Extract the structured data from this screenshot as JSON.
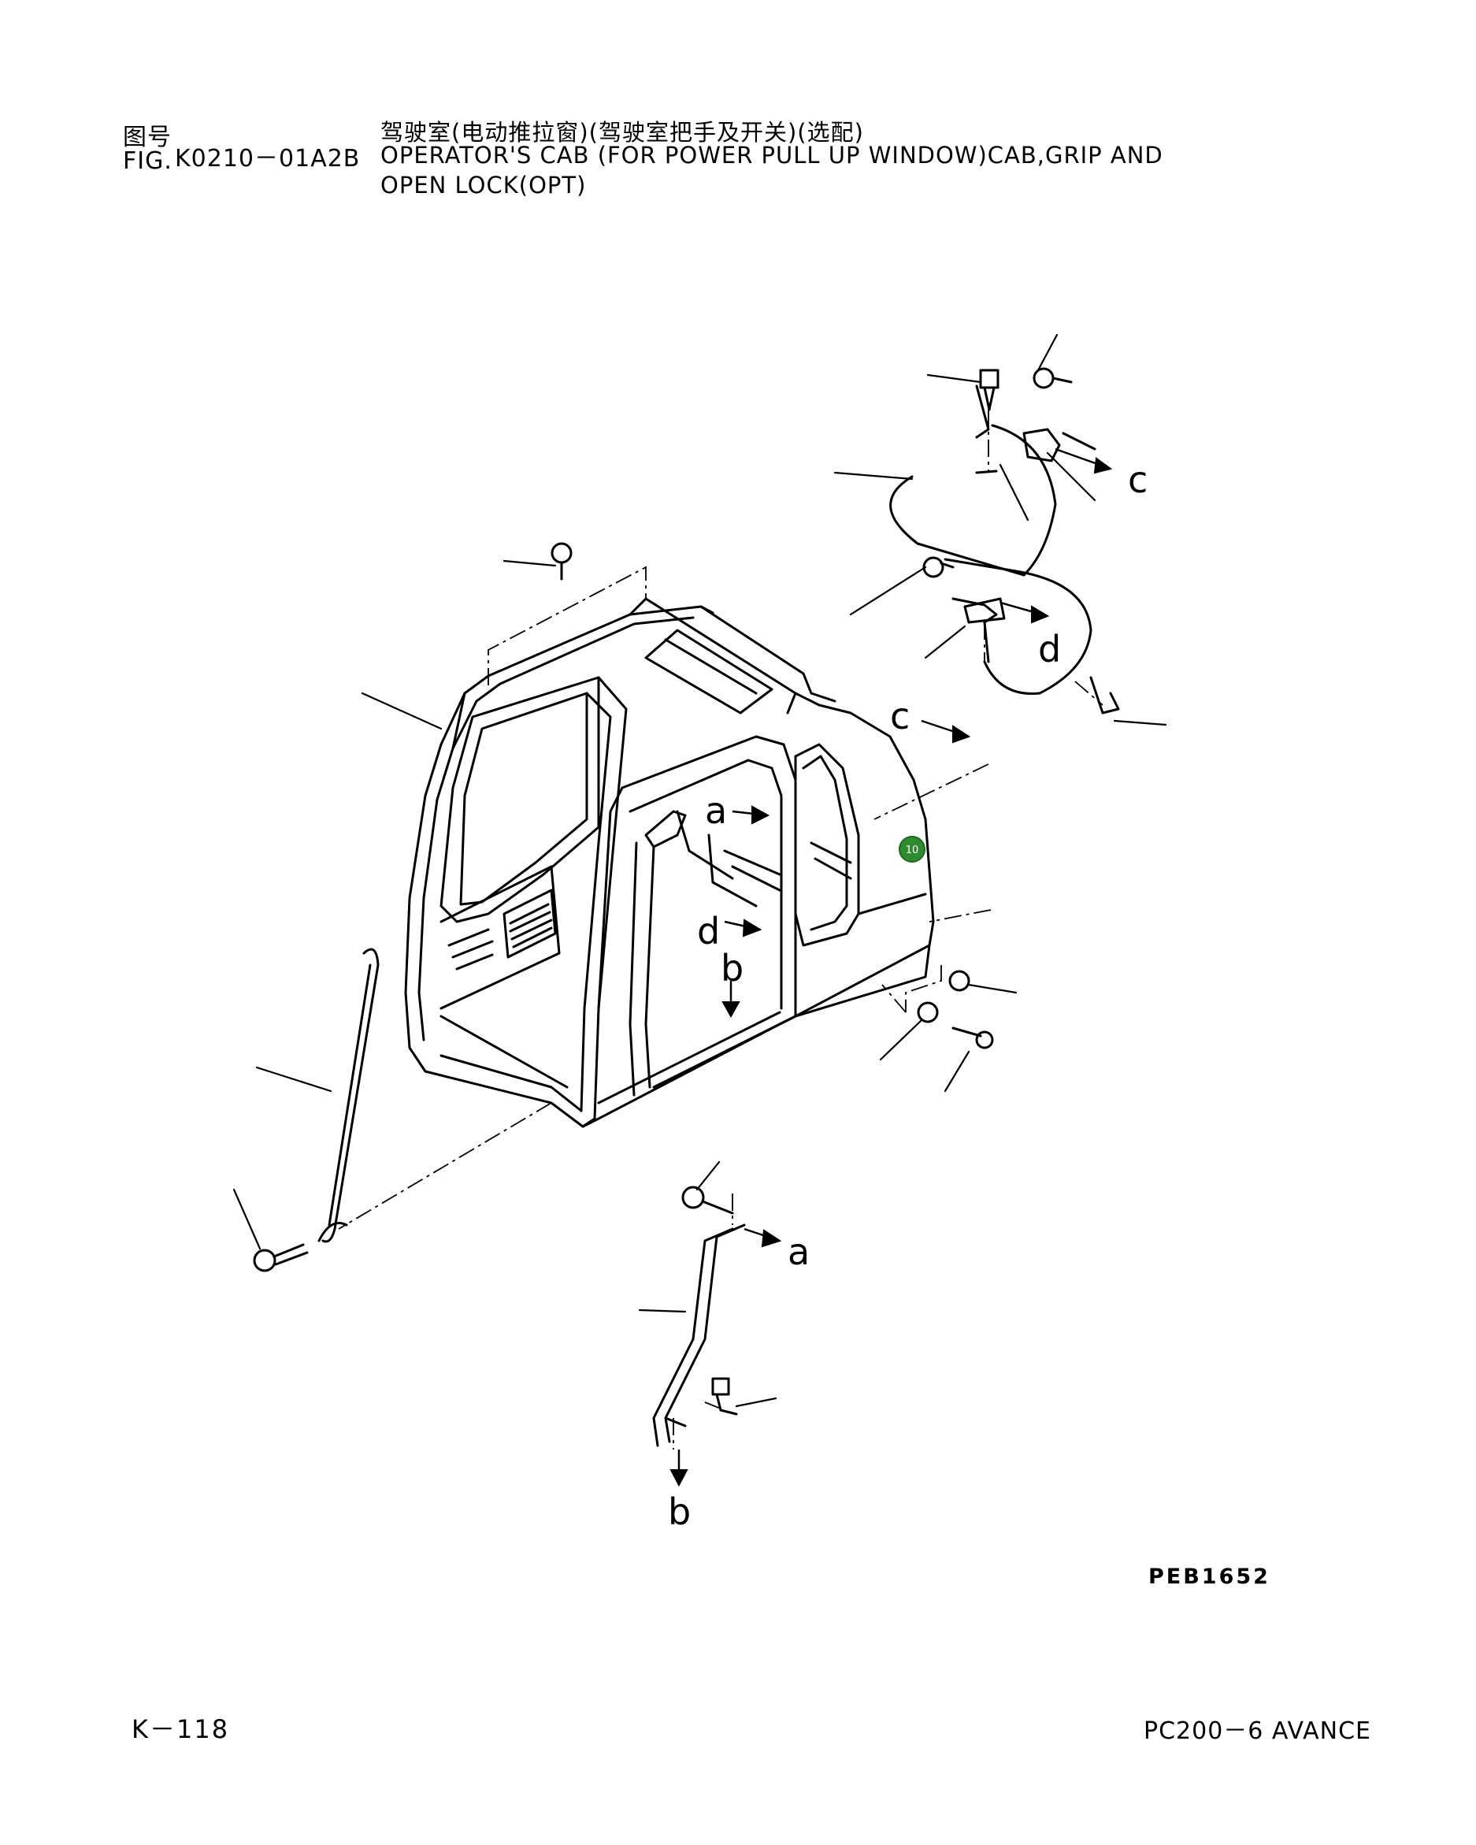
{
  "header": {
    "fig_label_cn": "图号",
    "fig_label_en": "FIG.",
    "fig_number": "K0210－01A2B",
    "title_cn": "驾驶室(电动推拉窗)(驾驶室把手及开关)(选配)",
    "title_en_line1": "OPERATOR'S CAB (FOR POWER PULL UP WINDOW)CAB,GRIP AND",
    "title_en_line2": "OPEN LOCK(OPT)"
  },
  "diagram": {
    "ref_letters": [
      "a",
      "b",
      "c",
      "d"
    ],
    "callout_marker": {
      "label": "10",
      "color": "#2e8b2e"
    },
    "drawing_code": "PEB1652"
  },
  "footer": {
    "page_number": "K－118",
    "model": "PC200－6 AVANCE"
  }
}
